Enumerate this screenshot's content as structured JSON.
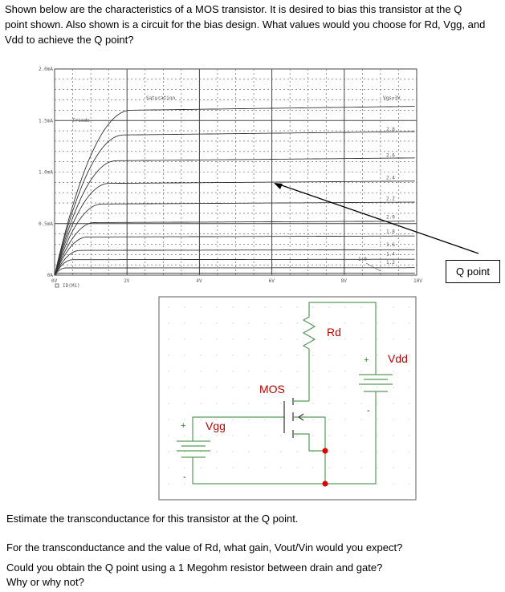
{
  "intro": "Shown below are the characteristics of a MOS transistor.  It is desired to bias this transistor at the Q point shown.  Also shown is a circuit for the bias design.  What values would you choose for Rd, Vgg, and Vdd to achieve the Q point?",
  "chart_data": {
    "type": "line",
    "title": "",
    "xlabel": "",
    "ylabel": "",
    "xlim": [
      0,
      10
    ],
    "ylim": [
      0,
      2.0
    ],
    "x_unit": "V",
    "y_unit": "mA",
    "x_ticks": [
      "0V",
      "2V",
      "4V",
      "6V",
      "8V",
      "10V"
    ],
    "y_ticks": [
      "0A",
      "0.5mA",
      "1.0mA",
      "1.5mA",
      "2.0mA"
    ],
    "grid": true,
    "legend": "ID(M1)",
    "legend_placement": "bottom-left",
    "region_labels": {
      "saturation": "Saturation",
      "triode": "Triode"
    },
    "series": [
      {
        "label": "Vgs=3V",
        "vgs": 3.0,
        "isat_mA": 1.6
      },
      {
        "label": "2.8",
        "vgs": 2.8,
        "isat_mA": 1.36
      },
      {
        "label": "2.6",
        "vgs": 2.6,
        "isat_mA": 1.11
      },
      {
        "label": "2.4",
        "vgs": 2.4,
        "isat_mA": 0.89
      },
      {
        "label": "2.2",
        "vgs": 2.2,
        "isat_mA": 0.69
      },
      {
        "label": "2.0",
        "vgs": 2.0,
        "isat_mA": 0.51
      },
      {
        "label": "1.8",
        "vgs": 1.8,
        "isat_mA": 0.37
      },
      {
        "label": "1.6",
        "vgs": 1.6,
        "isat_mA": 0.24
      },
      {
        "label": "1.4",
        "vgs": 1.4,
        "isat_mA": 0.15
      },
      {
        "label": "1.2",
        "vgs": 1.2,
        "isat_mA": 0.07
      },
      {
        "label": "1.0",
        "vgs": 1.0,
        "isat_mA": 0.02
      }
    ],
    "annotation": {
      "label": "Q point",
      "vds_V": 6.0,
      "id_mA": 0.89
    }
  },
  "circuit": {
    "resistor": "Rd",
    "drain_supply": "Vdd",
    "transistor": "MOS",
    "gate_supply": "Vgg",
    "plus": "+",
    "minus": "-",
    "wire_color": "#5a9a5a",
    "label_color": "#c00000"
  },
  "questions": [
    "Estimate the transconductance for this transistor at the Q point.",
    "For the transconductance and the value of Rd, what gain, Vout/Vin would you expect?",
    "Could you obtain the Q point using a 1 Megohm resistor between drain and gate?",
    "Why or why not?"
  ]
}
